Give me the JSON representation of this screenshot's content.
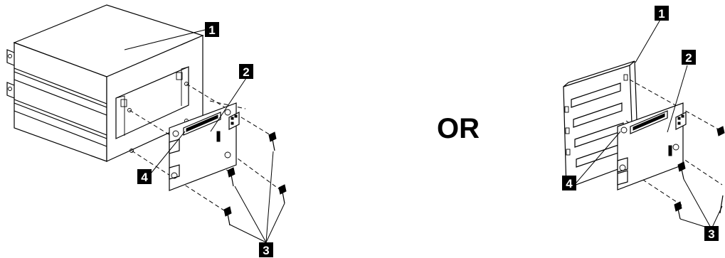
{
  "separator_text": "OR",
  "left_figure": {
    "callouts": {
      "c1": "1",
      "c2": "2",
      "c3": "3",
      "c4": "4"
    }
  },
  "right_figure": {
    "callouts": {
      "c1": "1",
      "c2": "2",
      "c3": "3",
      "c4": "4"
    }
  },
  "colors": {
    "ink": "#000000",
    "background": "#ffffff"
  }
}
